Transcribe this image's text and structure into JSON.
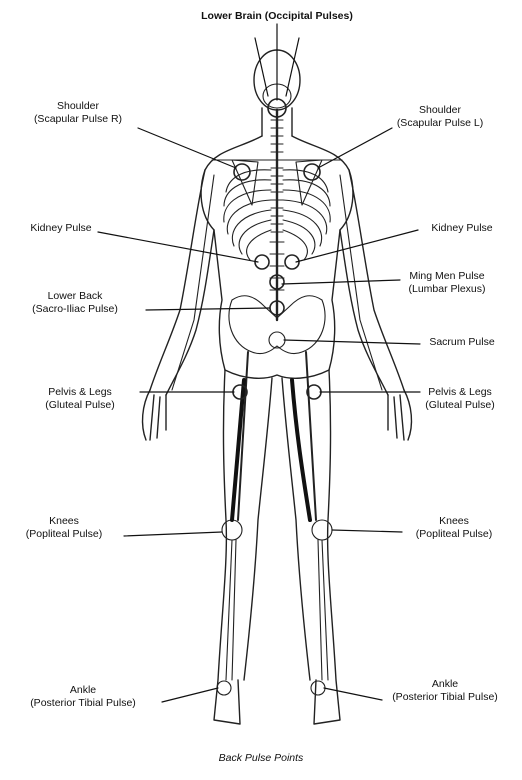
{
  "figure": {
    "caption": "Back Pulse Points",
    "labels": {
      "lower_brain": {
        "line1": "Lower Brain (Occipital Pulses)"
      },
      "shoulder_r": {
        "line1": "Shoulder",
        "line2": "(Scapular Pulse R)"
      },
      "shoulder_l": {
        "line1": "Shoulder",
        "line2": "(Scapular Pulse L)"
      },
      "kidney_left_side": {
        "line1": "Kidney Pulse"
      },
      "kidney_right_side": {
        "line1": "Kidney Pulse"
      },
      "ming_men": {
        "line1": "Ming Men Pulse",
        "line2": "(Lumbar Plexus)"
      },
      "lower_back": {
        "line1": "Lower Back",
        "line2": "(Sacro-Iliac Pulse)"
      },
      "sacrum": {
        "line1": "Sacrum Pulse"
      },
      "pelvis_left_side": {
        "line1": "Pelvis & Legs",
        "line2": "(Gluteal Pulse)"
      },
      "pelvis_right_side": {
        "line1": "Pelvis & Legs",
        "line2": "(Gluteal Pulse)"
      },
      "knees_left_side": {
        "line1": "Knees",
        "line2": "(Popliteal Pulse)"
      },
      "knees_right_side": {
        "line1": "Knees",
        "line2": "(Popliteal Pulse)"
      },
      "ankle_left_side": {
        "line1": "Ankle",
        "line2": "(Posterior Tibial Pulse)"
      },
      "ankle_right_side": {
        "line1": "Ankle",
        "line2": "(Posterior Tibial Pulse)"
      }
    }
  }
}
